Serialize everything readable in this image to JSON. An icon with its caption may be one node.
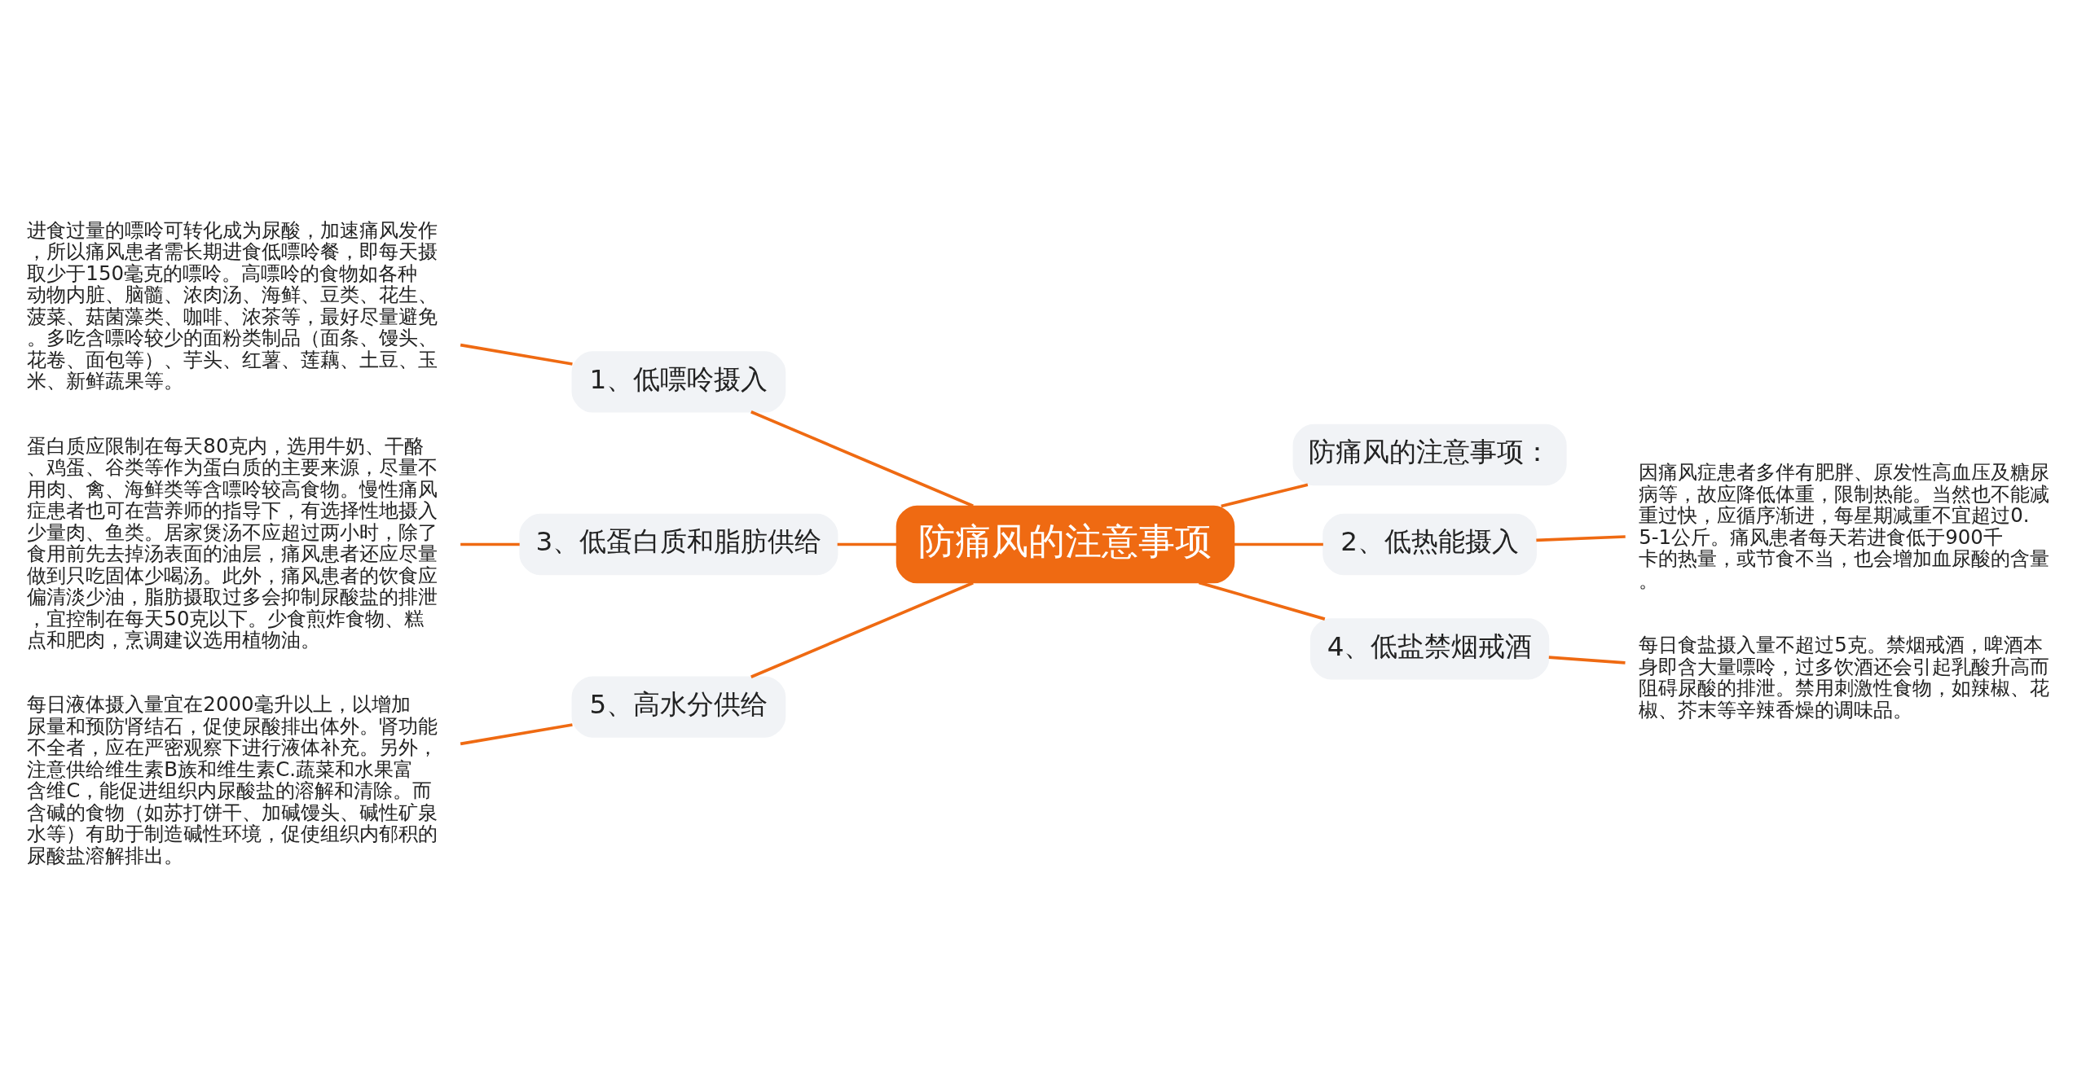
{
  "diagram": {
    "nodes": [
      {
        "text": [
          "防痛风的注意事项"
        ]
      },
      {
        "text": [
          "1、低嘌呤摄入"
        ]
      },
      {
        "text": [
          "进食过量的嘌呤可转化成为尿酸，加速痛风发作，所以痛风患者需长期进食低嘌呤餐，即每天摄取少于150毫克的嘌呤。高嘌呤的食物如各种动物内脏、脑髓、浓肉汤、海鲜、豆类、花生、菠菜、菇菌藻类、咖啡、浓茶等，最好尽量避免。多吃含嘌呤较少的面粉类制品（面条、馒头、花卷、面包等）、芋头、红薯、莲藕、土豆、玉米、新鲜蔬果等。"
        ]
      },
      {
        "text": [
          "3、低蛋白质和脂肪供给"
        ]
      },
      {
        "text": [
          "蛋白质应限制在每天80克内，选用牛奶、干酪、鸡蛋、谷类等作为蛋白质的主要来源，尽量不用肉、禽、海鲜类等含嘌呤较高食物。慢性痛风症患者也可在营养师的指导下，有选择性地摄入少量肉、鱼类。居家煲汤不应超过两小时，除了食用前先去掉汤表面的油层，痛风患者还应尽量做到只吃固体少喝汤。此外，痛风患者的饮食应偏清淡少油，脂肪摄取过多会抑制尿酸盐的排泄，宜控制在每天50克以下。少食煎炸食物、糕点和肥肉，烹调建议选用植物油。"
        ]
      },
      {
        "text": [
          "5、高水分供给"
        ]
      },
      {
        "text": [
          "每日液体摄入量宜在2000毫升以上，以增加尿量和预防肾结石，促使尿酸排出体外。肾功能不全者，应在严密观察下进行液体补充。另外，注意供给维生素B族和维生素C.蔬菜和水果富含维C，能促进组织内尿酸盐的溶解和清除。而含碱的食物（如苏打饼干、加碱馒头、碱性矿泉水等）有助于制造碱性环境，促使组织内郁积的尿酸盐溶解排出。"
        ]
      },
      {
        "text": [
          "防痛风的注意事项："
        ]
      },
      {
        "text": [
          "2、低热能摄入"
        ]
      },
      {
        "text": [
          "因痛风症患者多伴有肥胖、原发性高血压及糖尿病等，故应降低体重，限制热能。当然也不能减重过快，应循序渐进，每星期减重不宜超过0.5-1公斤。痛风患者每天若进食低于900千卡的热量，或节食不当，也会增加血尿酸的含量。"
        ]
      },
      {
        "text": [
          "4、低盐禁烟戒酒"
        ]
      },
      {
        "text": [
          "每日食盐摄入量不超过5克。禁烟戒酒，啤酒本身即含大量嘌呤，过多饮酒还会引起乳酸升高而阻碍尿酸的排泄。禁用刺激性食物，如辣椒、花椒、芥末等辛辣香燥的调味品。"
        ]
      }
    ],
    "edges": [
      {
        "from": 0,
        "to": 1,
        "arrow": "none"
      },
      {
        "from": 1,
        "to": 2,
        "arrow": "none"
      },
      {
        "from": 0,
        "to": 3,
        "arrow": "none"
      },
      {
        "from": 3,
        "to": 4,
        "arrow": "none"
      },
      {
        "from": 0,
        "to": 5,
        "arrow": "none"
      },
      {
        "from": 5,
        "to": 6,
        "arrow": "none"
      },
      {
        "from": 0,
        "to": 7,
        "arrow": "none"
      },
      {
        "from": 0,
        "to": 8,
        "arrow": "none"
      },
      {
        "from": 8,
        "to": 9,
        "arrow": "none"
      },
      {
        "from": 0,
        "to": 10,
        "arrow": "none"
      },
      {
        "from": 10,
        "to": 11,
        "arrow": "none"
      }
    ]
  }
}
